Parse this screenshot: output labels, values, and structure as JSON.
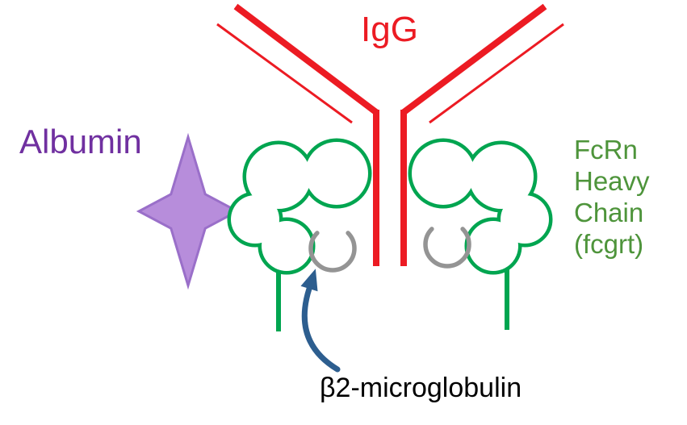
{
  "diagram": {
    "labels": {
      "igg": "IgG",
      "albumin": "Albumin",
      "fcrn_lines": [
        "FcRn",
        "Heavy",
        "Chain",
        "(fcgrt)"
      ],
      "b2m": "β2-microglobulin"
    },
    "colors": {
      "igg_red": "#ec1b23",
      "albumin_fill": "#b78ddb",
      "albumin_stroke": "#9a6fc9",
      "albumin_text": "#7030a0",
      "fcrn_green": "#00a550",
      "fcrn_text_green": "#4e943b",
      "b2m_gray": "#949494",
      "arrow_blue": "#2d5e8f",
      "b2m_text": "#000000",
      "background": "#ffffff"
    }
  }
}
